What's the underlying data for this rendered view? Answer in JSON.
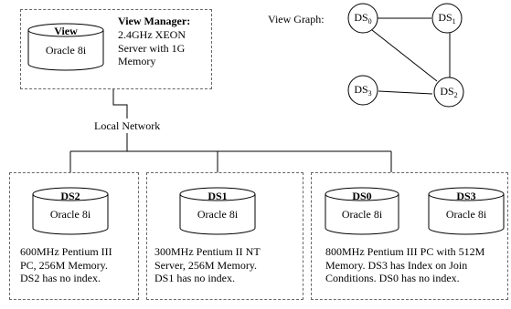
{
  "view_manager": {
    "db_title": "View",
    "db_name": "Oracle 8i",
    "heading": "View Manager:",
    "desc_lines": [
      "2.4GHz XEON",
      "Server with 1G",
      "Memory"
    ]
  },
  "network_label": "Local Network",
  "view_graph": {
    "label": "View Graph:",
    "nodes": [
      {
        "id": "ds0",
        "base": "DS",
        "sub": "0"
      },
      {
        "id": "ds1",
        "base": "DS",
        "sub": "1"
      },
      {
        "id": "ds2",
        "base": "DS",
        "sub": "2"
      },
      {
        "id": "ds3",
        "base": "DS",
        "sub": "3"
      }
    ]
  },
  "sites": [
    {
      "databases": [
        {
          "title": "DS2",
          "name": "Oracle 8i"
        }
      ],
      "desc_lines": [
        "600MHz Pentium III",
        "PC, 256M Memory.",
        "DS2 has no index."
      ]
    },
    {
      "databases": [
        {
          "title": "DS1",
          "name": "Oracle 8i"
        }
      ],
      "desc_lines": [
        "300MHz Pentium II NT",
        "Server, 256M Memory.",
        "DS1 has no index."
      ]
    },
    {
      "databases": [
        {
          "title": "DS0",
          "name": "Oracle 8i"
        },
        {
          "title": "DS3",
          "name": "Oracle 8i"
        }
      ],
      "desc_lines": [
        "800MHz Pentium III PC with 512M",
        "Memory. DS3 has Index on Join",
        "Conditions. DS0 has no index."
      ]
    }
  ]
}
